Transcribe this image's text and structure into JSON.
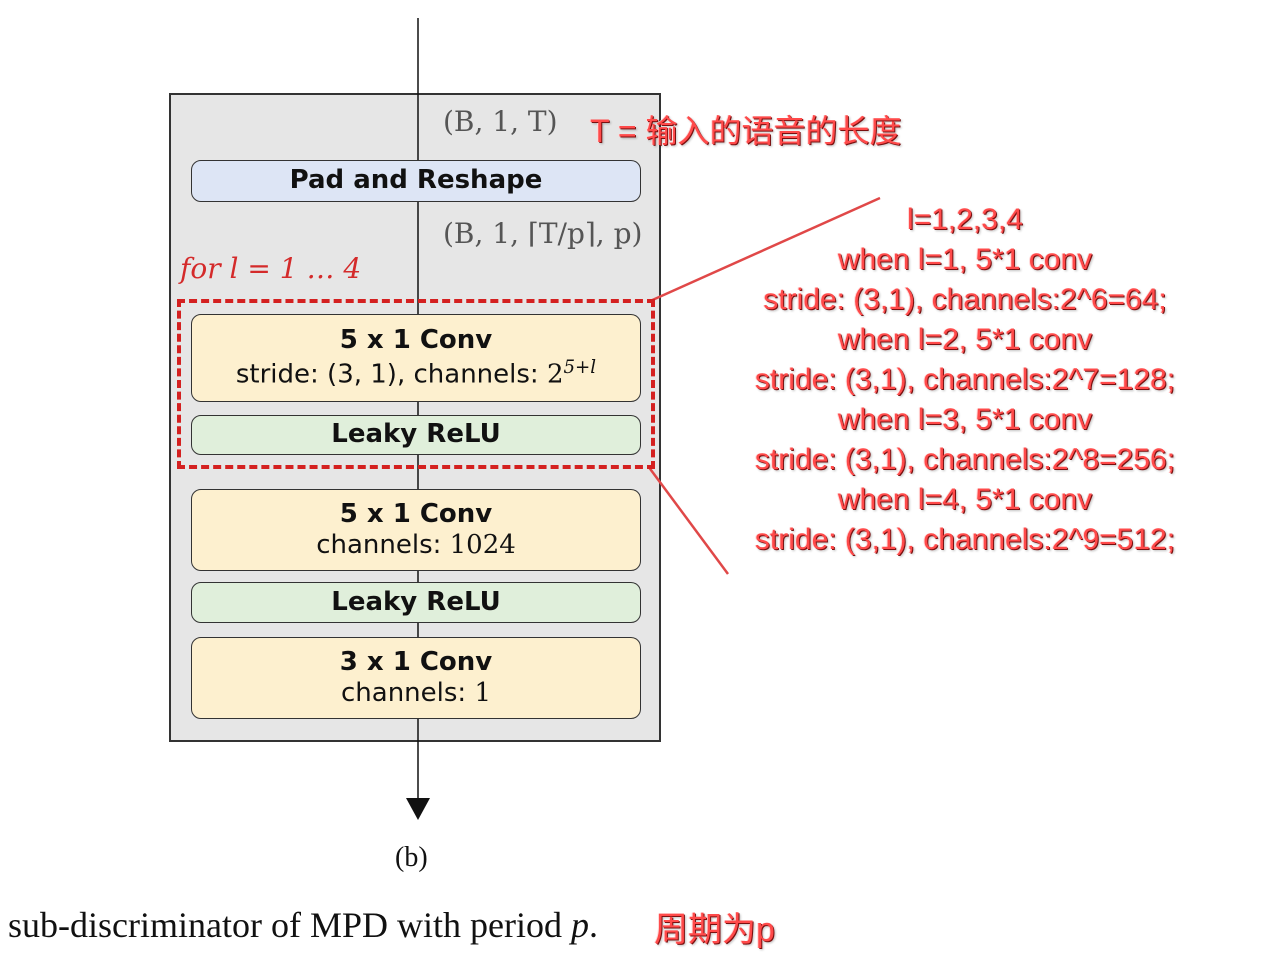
{
  "diagram": {
    "input_shape": "(B, 1, T)",
    "reshaped_shape": "(B, 1, ⌈T/p⌉, p)",
    "loop_label": "for  l = 1 … 4",
    "pad_reshape": "Pad and Reshape",
    "conv1": {
      "title": "5 x 1  Conv",
      "detail_prefix": "stride: (3, 1), channels: ",
      "detail_base": "2",
      "detail_exp": "5+l"
    },
    "relu1": "Leaky ReLU",
    "conv2": {
      "title": "5 x 1  Conv",
      "detail_prefix": "channels: ",
      "detail_value": "1024"
    },
    "relu2": "Leaky ReLU",
    "conv3": {
      "title": "3 x 1  Conv",
      "detail_prefix": "channels: ",
      "detail_value": "1"
    },
    "subfigure_label": "(b)",
    "caption_text": "sub-discriminator of MPD with period ",
    "caption_var": "p",
    "caption_end": "."
  },
  "annotations": {
    "t_note": "T = 输入的语音的长度",
    "caption_note": "周期为p",
    "loop_notes": [
      "l=1,2,3,4",
      "when l=1, 5*1 conv",
      "stride: (3,1), channels:2^6=64;",
      "when l=2, 5*1 conv",
      "stride: (3,1), channels:2^7=128;",
      "when l=3, 5*1 conv",
      "stride: (3,1), channels:2^8=256;",
      "when l=4, 5*1 conv",
      "stride: (3,1), channels:2^9=512;"
    ]
  },
  "colors": {
    "frame": "#e6e6e6",
    "pad_block": "#dde5f5",
    "relu_block": "#e0efdb",
    "conv_block": "#fdf0cf",
    "annotation": "#ff4a4a",
    "dashed_box": "#d42020"
  }
}
